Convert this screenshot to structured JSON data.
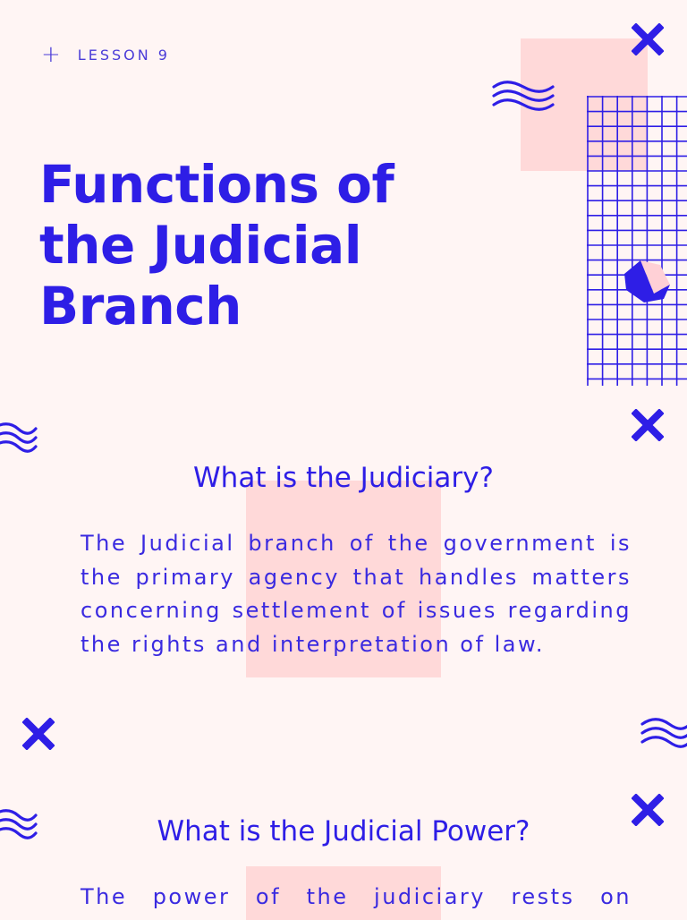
{
  "header": {
    "lesson_icon": "plus-icon",
    "lesson_label": "LESSON 9"
  },
  "title": {
    "line1": "Functions of",
    "line2": "the Judicial",
    "line3": "Branch"
  },
  "sections": [
    {
      "heading": "What is the Judiciary?",
      "body": "The Judicial branch of the government is the primary agency that handles matters concerning settlement of issues regarding the rights and interpretation of law."
    },
    {
      "heading": "What is the Judicial Power?",
      "body": "The power of the judiciary rests on"
    }
  ],
  "decorations": {
    "icons": [
      "x-mark-icon",
      "waves-icon",
      "grid-pattern",
      "cube-icon"
    ],
    "colors": {
      "accent": "#2e1ee6",
      "pink": "#ffd9d9",
      "background": "#fff5f4"
    }
  }
}
